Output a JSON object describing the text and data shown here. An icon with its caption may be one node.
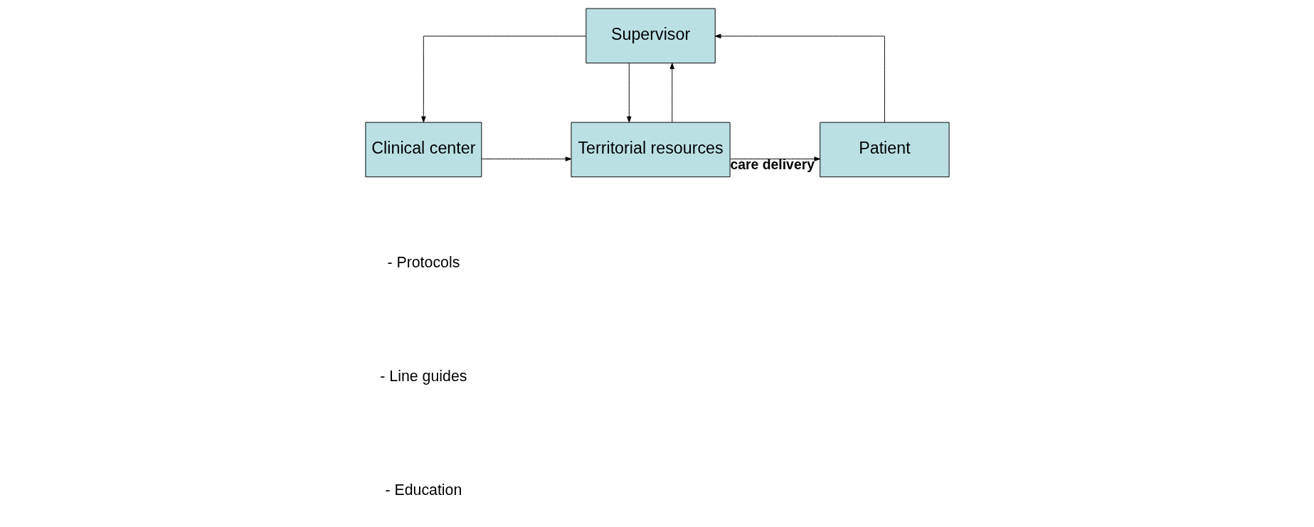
{
  "diagram": {
    "nodes": [
      {
        "text": [
          "Supervisor"
        ]
      },
      {
        "text": [
          "Clinical center"
        ]
      },
      {
        "text": [
          "Territorial resources"
        ]
      },
      {
        "text": [
          "Patient"
        ]
      }
    ],
    "edges": [
      {
        "from": 0,
        "to": 1,
        "arrow": "to"
      },
      {
        "from": 0,
        "to": 2,
        "arrow": "to"
      },
      {
        "from": 1,
        "to": 2,
        "arrow": "to"
      },
      {
        "from": 2,
        "to": 3,
        "arrow": "to",
        "label": "care delivery"
      },
      {
        "from": 2,
        "to": 0,
        "arrow": "to"
      },
      {
        "from": 3,
        "to": 0,
        "arrow": "to"
      }
    ],
    "labels": [
      "- Protocols",
      "- Line guides",
      "- Education"
    ]
  }
}
